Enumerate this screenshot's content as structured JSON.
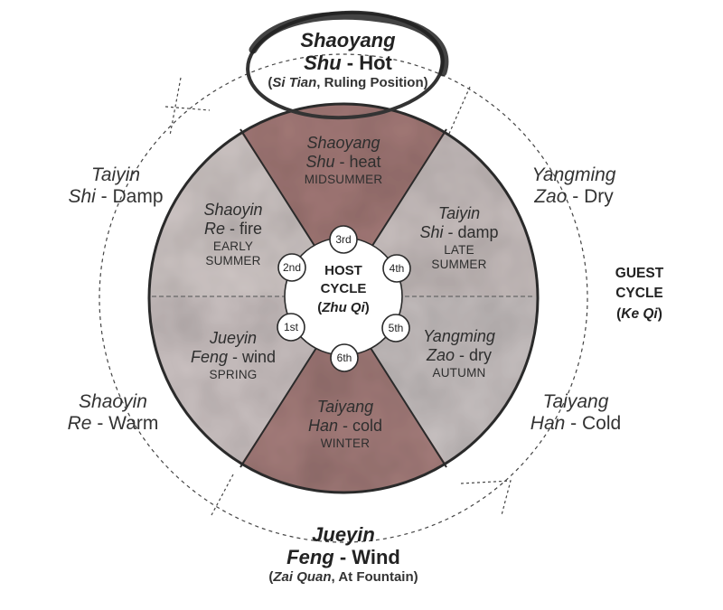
{
  "outer_positions": {
    "top": {
      "name": "Shaoyang",
      "qi": "Shu",
      "sep": " - ",
      "quality": "Hot",
      "sub_italic": "Si Tian",
      "sub_rest": ", Ruling Position"
    },
    "upper_left": {
      "name": "Taiyin",
      "qi": "Shi",
      "sep": " - ",
      "quality": "Damp"
    },
    "upper_right": {
      "name": "Yangming",
      "qi": "Zao",
      "sep": " - ",
      "quality": "Dry"
    },
    "lower_left": {
      "name": "Shaoyin",
      "qi": "Re",
      "sep": " - ",
      "quality": "Warm"
    },
    "lower_right": {
      "name": "Taiyang",
      "qi": "Han",
      "sep": " - ",
      "quality": "Cold"
    },
    "bottom": {
      "name": "Jueyin",
      "qi": "Feng",
      "sep": " - ",
      "quality": "Wind",
      "sub_italic": "Zai Quan",
      "sub_rest": ", At Fountain"
    }
  },
  "segments": [
    {
      "id": "top",
      "name": "Shaoyang",
      "qi": "Shu",
      "sep": " - ",
      "quality": "heat",
      "season": "MIDSUMMER",
      "color": "#a47a78"
    },
    {
      "id": "upper_right",
      "name": "Taiyin",
      "qi": "Shi",
      "sep": " - ",
      "quality": "damp",
      "season_l1": "LATE",
      "season_l2": "SUMMER",
      "color": "#c9c0bf"
    },
    {
      "id": "lower_right",
      "name": "Yangming",
      "qi": "Zao",
      "sep": " - ",
      "quality": "dry",
      "season": "AUTUMN",
      "color": "#c8c1c1"
    },
    {
      "id": "bottom",
      "name": "Taiyang",
      "qi": "Han",
      "sep": " - ",
      "quality": "cold",
      "season": "WINTER",
      "color": "#a67e7c"
    },
    {
      "id": "lower_left",
      "name": "Jueyin",
      "qi": "Feng",
      "sep": " - ",
      "quality": "wind",
      "season": "SPRING",
      "color": "#cec4c4"
    },
    {
      "id": "upper_left",
      "name": "Shaoyin",
      "qi": "Re",
      "sep": " - ",
      "quality": "fire",
      "season_l1": "EARLY",
      "season_l2": "SUMMER",
      "color": "#d2c9c8"
    }
  ],
  "host_cycle": {
    "line1": "HOST",
    "line2": "CYCLE",
    "paren_open": "(",
    "italic": "Zhu Qi",
    "paren_close": ")"
  },
  "guest_cycle": {
    "line1": "GUEST",
    "line2": "CYCLE",
    "paren_open": "(",
    "italic": "Ke Qi",
    "paren_close": ")"
  },
  "ordinals": {
    "first": "1st",
    "second": "2nd",
    "third": "3rd",
    "fourth": "4th",
    "fifth": "5th",
    "sixth": "6th"
  },
  "colors": {
    "outline": "#2a2a2a",
    "dashed": "#444444",
    "ruling_ring": "#333333",
    "top_wedge": "#a47a78",
    "side_wedge": "#cbc3c2"
  }
}
